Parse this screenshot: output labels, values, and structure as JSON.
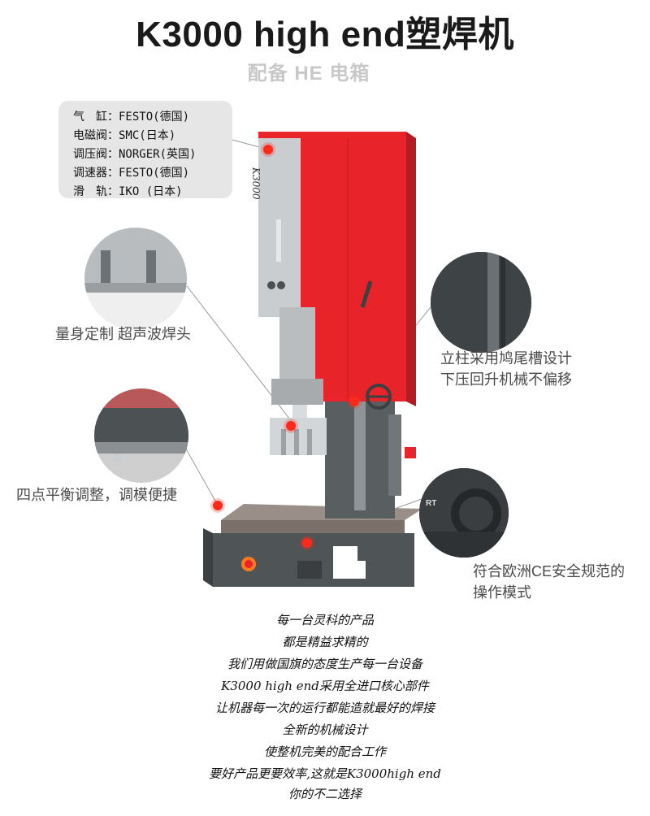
{
  "header": {
    "title": "K3000 high end塑焊机",
    "subtitle": "配备 HE 电箱"
  },
  "specs": [
    "气　缸：FESTO(德国)",
    "电磁阀：SMC(日本)",
    "调压阀：NORGER(英国)",
    "调速器：FESTO(德国)",
    "滑　轨：IKO (日本)"
  ],
  "machine": {
    "model_label": "K3000",
    "brand_label": "RT"
  },
  "callouts": {
    "horn": "量身定制 超声波焊头",
    "column": [
      "立柱采用鸠尾槽设计",
      "下压回升机械不偏移"
    ],
    "leveling": "四点平衡调整，调模便捷",
    "safety": [
      "符合欧洲CE安全规范的",
      "操作模式"
    ]
  },
  "poem": [
    "每一台灵科的产品",
    "都是精益求精的",
    "我们用做国旗的态度生产每一台设备",
    "K3000 high end采用全进口核心部件",
    "让机器每一次的运行都能造就最好的焊接",
    "全新的机械设计",
    "使整机完美的配合工作",
    "要好产品更要效率,这就是K3000high end",
    "你的不二选择"
  ],
  "colors": {
    "accent_red": "#e8232a",
    "body_grey": "#585d60",
    "panel_silver": "#c9cdd0",
    "dot_red": "#ff2a1a"
  }
}
